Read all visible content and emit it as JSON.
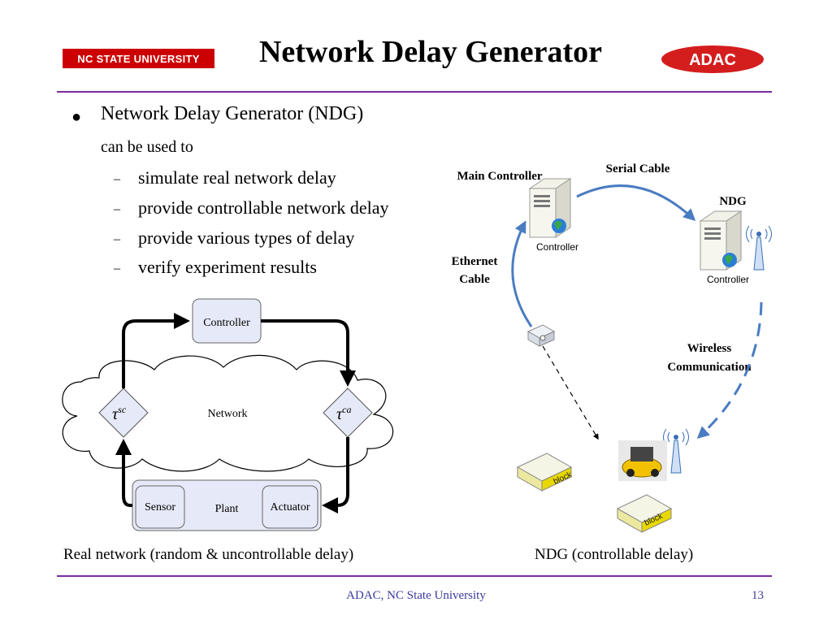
{
  "header": {
    "university": "NC STATE UNIVERSITY",
    "title": "Network Delay Generator",
    "logo": "ADAC"
  },
  "bullets": {
    "main": "Network Delay Generator (NDG)",
    "sub": "can be used to",
    "items": [
      "simulate real network delay",
      "provide controllable network delay",
      "provide various types of delay",
      "verify experiment results"
    ]
  },
  "left_diagram": {
    "controller": "Controller",
    "network": "Network",
    "tau_sc_base": "τ",
    "tau_sc_sup": "sc",
    "tau_ca_base": "τ",
    "tau_ca_sup": "ca",
    "sensor": "Sensor",
    "plant": "Plant",
    "actuator": "Actuator",
    "caption": "Real network (random & uncontrollable delay)"
  },
  "right_diagram": {
    "main_controller": "Main Controller",
    "serial_cable": "Serial Cable",
    "ndg": "NDG",
    "ethernet_line1": "Ethernet",
    "ethernet_line2": "Cable",
    "controller_label_1": "Controller",
    "controller_label_2": "Controller",
    "wireless_line1": "Wireless",
    "wireless_line2": "Communication",
    "block_1": "block",
    "block_2": "block",
    "caption": "NDG (controllable delay)"
  },
  "footer": {
    "text": "ADAC, NC State University",
    "page": "13"
  },
  "colors": {
    "ncsu_red": "#cc0000",
    "rule_purple": "#7a2c9c",
    "arrow_blue": "#4a7cc2",
    "footer_blue": "#3a3aa0"
  }
}
